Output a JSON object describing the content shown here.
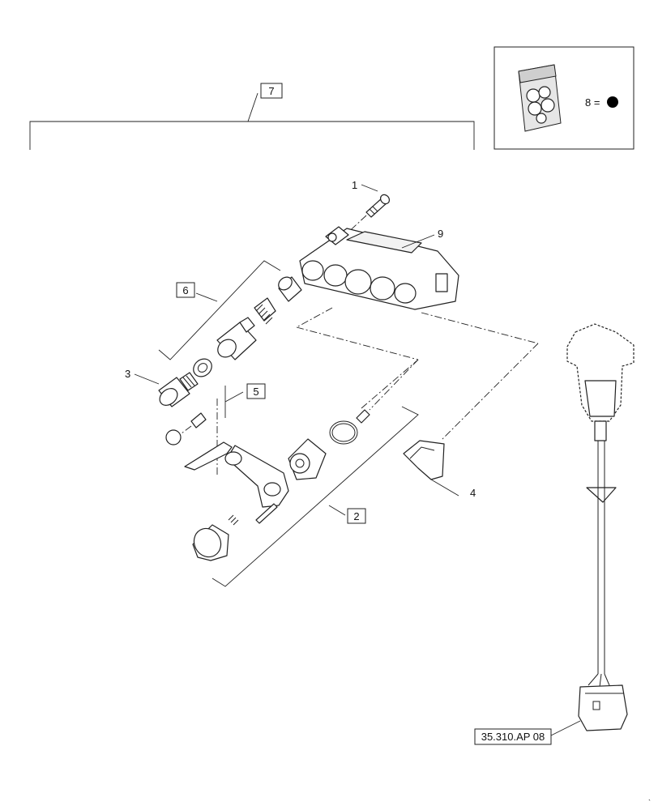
{
  "callouts": {
    "c1": "1",
    "c2": "2",
    "c3": "3",
    "c4": "4",
    "c5": "5",
    "c6": "6",
    "c7": "7",
    "c8": "8 =",
    "c9": "9"
  },
  "reference": "35.310.AP 08",
  "colors": {
    "line": "#222222",
    "background": "#ffffff",
    "kit_dot": "#000000"
  },
  "icons": {
    "kit_bag": "parts-bag-icon",
    "kit_dot": "filled-circle-icon"
  }
}
